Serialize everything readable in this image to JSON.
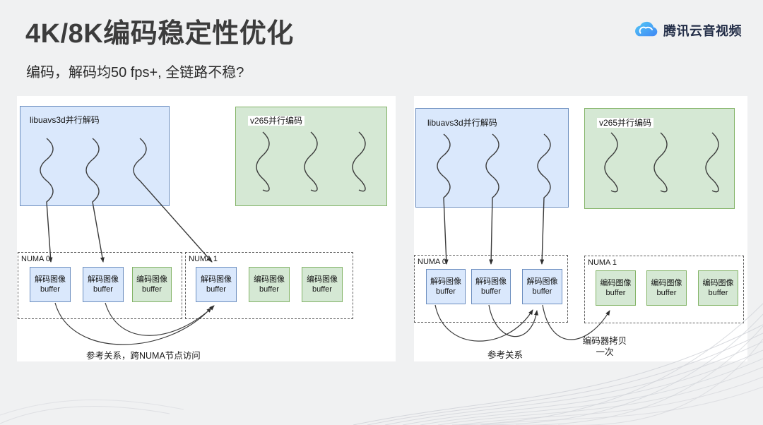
{
  "slide": {
    "title": "4K/8K编码稳定性优化",
    "subtitle": "编码，解码均50 fps+, 全链路不稳?",
    "brand": {
      "name": "腾讯云音视频"
    },
    "background_color": "#f0f1f2",
    "panel_color": "#ffffff"
  },
  "colors": {
    "decode_fill": "#dae8fc",
    "decode_stroke": "#6c8ebf",
    "encode_fill": "#d5e8d4",
    "encode_stroke": "#82b366",
    "arrow": "#2f2f2f",
    "brand_blue_dark": "#3f87f5",
    "brand_blue_light": "#54c8f5"
  },
  "left_diagram": {
    "decoder_label": "libuavs3d并行解码",
    "encoder_label": "v265并行编码",
    "decoder_thread_count": 3,
    "encoder_thread_count": 3,
    "numa0_label": "NUMA 0",
    "numa1_label": "NUMA 1",
    "numa0_buffers": [
      {
        "line1": "解码图像",
        "line2": "buffer",
        "kind": "decode"
      },
      {
        "line1": "解码图像",
        "line2": "buffer",
        "kind": "decode"
      },
      {
        "line1": "编码图像",
        "line2": "buffer",
        "kind": "encode"
      }
    ],
    "numa1_buffers": [
      {
        "line1": "解码图像",
        "line2": "buffer",
        "kind": "decode"
      },
      {
        "line1": "编码图像",
        "line2": "buffer",
        "kind": "encode"
      },
      {
        "line1": "编码图像",
        "line2": "buffer",
        "kind": "encode"
      }
    ],
    "caption": "参考关系，跨NUMA节点访问"
  },
  "right_diagram": {
    "decoder_label": "libuavs3d并行解码",
    "encoder_label": "v265并行编码",
    "decoder_thread_count": 3,
    "encoder_thread_count": 3,
    "numa0_label": "NUMA 0",
    "numa1_label": "NUMA 1",
    "numa0_buffers": [
      {
        "line1": "解码图像",
        "line2": "buffer",
        "kind": "decode"
      },
      {
        "line1": "解码图像",
        "line2": "buffer",
        "kind": "decode"
      },
      {
        "line1": "解码图像",
        "line2": "buffer",
        "kind": "decode"
      }
    ],
    "numa1_buffers": [
      {
        "line1": "编码图像",
        "line2": "buffer",
        "kind": "encode"
      },
      {
        "line1": "编码图像",
        "line2": "buffer",
        "kind": "encode"
      },
      {
        "line1": "编码图像",
        "line2": "buffer",
        "kind": "encode"
      }
    ],
    "caption": "参考关系",
    "copy_note": "编码器拷贝一次"
  }
}
